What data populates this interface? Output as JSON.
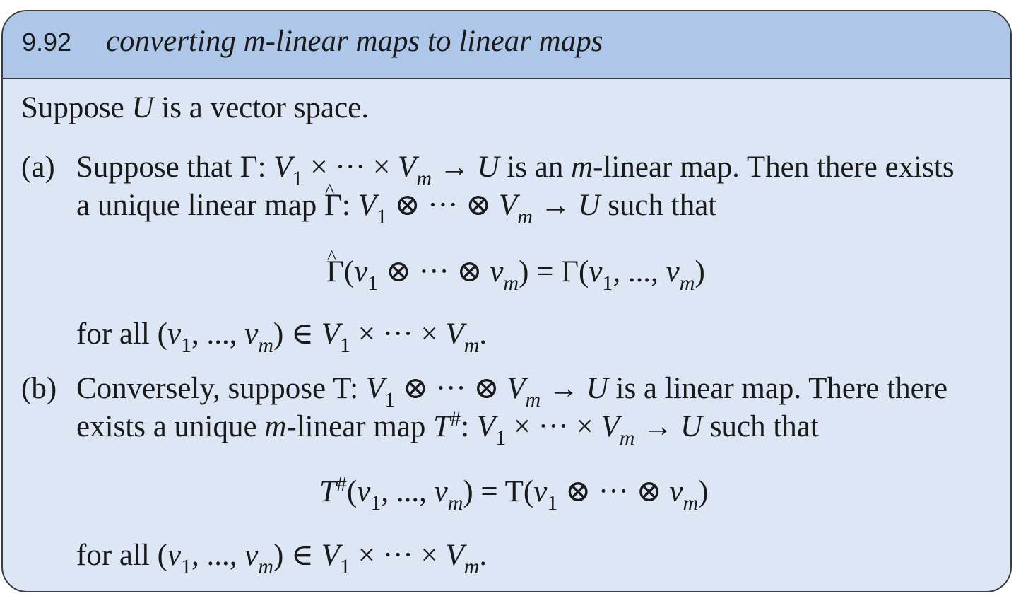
{
  "header": {
    "number": "9.92",
    "title": "converting m-linear maps to linear maps"
  },
  "intro": "Suppose U is a vector space.",
  "parts": [
    {
      "label": "(a)",
      "line1": "Suppose that Γ: V1 × ··· × Vm → U is an m-linear map. Then there exists",
      "line2": "a unique linear map Γ̂: V1 ⊗ ··· ⊗ Vm → U such that",
      "equation": "Γ̂(v1 ⊗ ··· ⊗ vm) = Γ(v1, ..., vm)",
      "footer": "for all (v1, ..., vm) ∈ V1 × ··· × Vm."
    },
    {
      "label": "(b)",
      "line1": "Conversely, suppose T: V1 ⊗ ··· ⊗ Vm → U is a linear map. There there",
      "line2": "exists a unique m-linear map T#: V1 × ··· × Vm → U such that",
      "equation": "T#(v1, ..., vm) = T(v1 ⊗ ··· ⊗ vm)",
      "footer": "for all (v1, ..., vm) ∈ V1 × ··· × Vm."
    }
  ]
}
